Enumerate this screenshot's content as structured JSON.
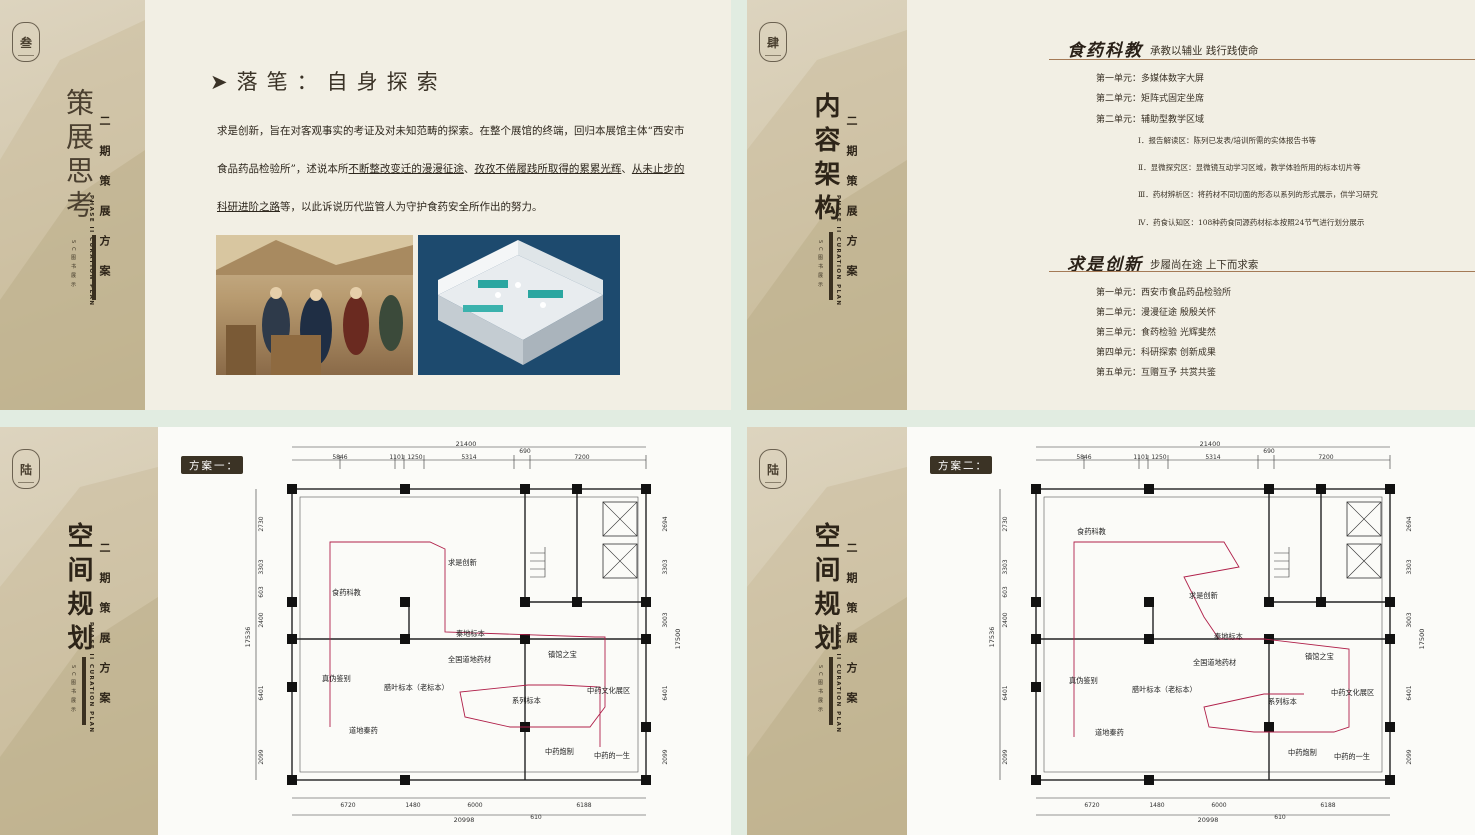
{
  "slides": [
    {
      "badge": "叁",
      "side_title": "策展思考",
      "side_sub": "二期策展方案",
      "side_eng": "PHASE II CURATION PLAN",
      "side_small": "SC图书展示",
      "heading": "➤落笔：自身探索",
      "paragraph": [
        {
          "t": "求是创新，旨在对客观事实的考证及对未知范畴的探索。在整个展馆的终端，回归本展馆主体“西安市食品药品检验所”，述说本所",
          "u": false
        },
        {
          "t": "不断整改变迁的漫漫征途",
          "u": true
        },
        {
          "t": "、",
          "u": false
        },
        {
          "t": "孜孜不倦履践所取得的累累光辉",
          "u": true
        },
        {
          "t": "、",
          "u": false
        },
        {
          "t": "从未止步的科研进阶之路",
          "u": true
        },
        {
          "t": "等，以此诉说历代监管人为守护食药安全所作出的努力。",
          "u": false
        }
      ]
    },
    {
      "badge": "肆",
      "side_title": "内容架构",
      "side_sub": "二期策展方案",
      "side_eng": "PHASE II CURATION PLAN",
      "side_small": "SC图书展示",
      "sections": [
        {
          "title": "食药科教",
          "subtitle": "承教以辅业 践行践使命",
          "items": [
            "第一单元：多媒体数字大屏",
            "第二单元：矩阵式固定坐席",
            "第二单元：辅助型教学区域"
          ],
          "subitems": [
            "Ⅰ．报告解读区：陈列已发表/培训所需的实体报告书等",
            "Ⅱ．显微探究区：显微镜互动学习区域，教学体验所用的标本切片等",
            "Ⅲ．药材辨析区：将药材不同切面的形态以系列的形式展示，供学习研究",
            "Ⅳ．药食认知区：108种药食同源药材标本按照24节气进行划分展示"
          ]
        },
        {
          "title": "求是创新",
          "subtitle": "步履尚在途 上下而求索",
          "items": [
            "第一单元：西安市食品药品检验所",
            "第二单元：漫漫征途 殷殷关怀",
            "第三单元：食药检验 光辉斐然",
            "第四单元：科研探索 创新成果",
            "第五单元：互赠互予 共赏共鉴"
          ]
        }
      ]
    },
    {
      "badge": "陆",
      "side_title": "空间规划",
      "side_sub": "二期策展方案",
      "side_eng": "PHASE II CURATION PLAN",
      "side_small": "SC图书展示",
      "tag": "方案一：",
      "labels": [
        "食药科教",
        "求是创新",
        "秦地标本",
        "全国道地药材",
        "镇馆之宝",
        "真伪鉴别",
        "腊叶标本（老标本）",
        "系列标本",
        "中药文化展区",
        "道地秦药",
        "中药炮制",
        "中药的一生"
      ]
    },
    {
      "badge": "陆",
      "side_title": "空间规划",
      "side_sub": "二期策展方案",
      "side_eng": "PHASE II CURATION PLAN",
      "side_small": "SC图书展示",
      "tag": "方案二：",
      "labels": [
        "食药科教",
        "求是创新",
        "秦地标本",
        "全国道地药材",
        "镇馆之宝",
        "真伪鉴别",
        "腊叶标本（老标本）",
        "系列标本",
        "中药文化展区",
        "道地秦药",
        "中药炮制",
        "中药的一生"
      ]
    }
  ],
  "plan_dims": {
    "top_total": "21400",
    "top": [
      "5846",
      "1101",
      "1250",
      "5314",
      "690",
      "7200"
    ],
    "bottom_total": "20998",
    "bottom": [
      "6720",
      "1480",
      "6000",
      "610",
      "6188"
    ],
    "left_total": "17536",
    "left": [
      "2730",
      "3303",
      "603",
      "2400",
      "6401",
      "2099"
    ],
    "right_total": "17500",
    "right": [
      "2694",
      "3303",
      "3003",
      "6401",
      "2099"
    ]
  },
  "colors": {
    "route": "#b0204a",
    "sidebar": "#d3c8ad",
    "tag_bg": "#3b3325",
    "section_line": "#a47a56"
  }
}
